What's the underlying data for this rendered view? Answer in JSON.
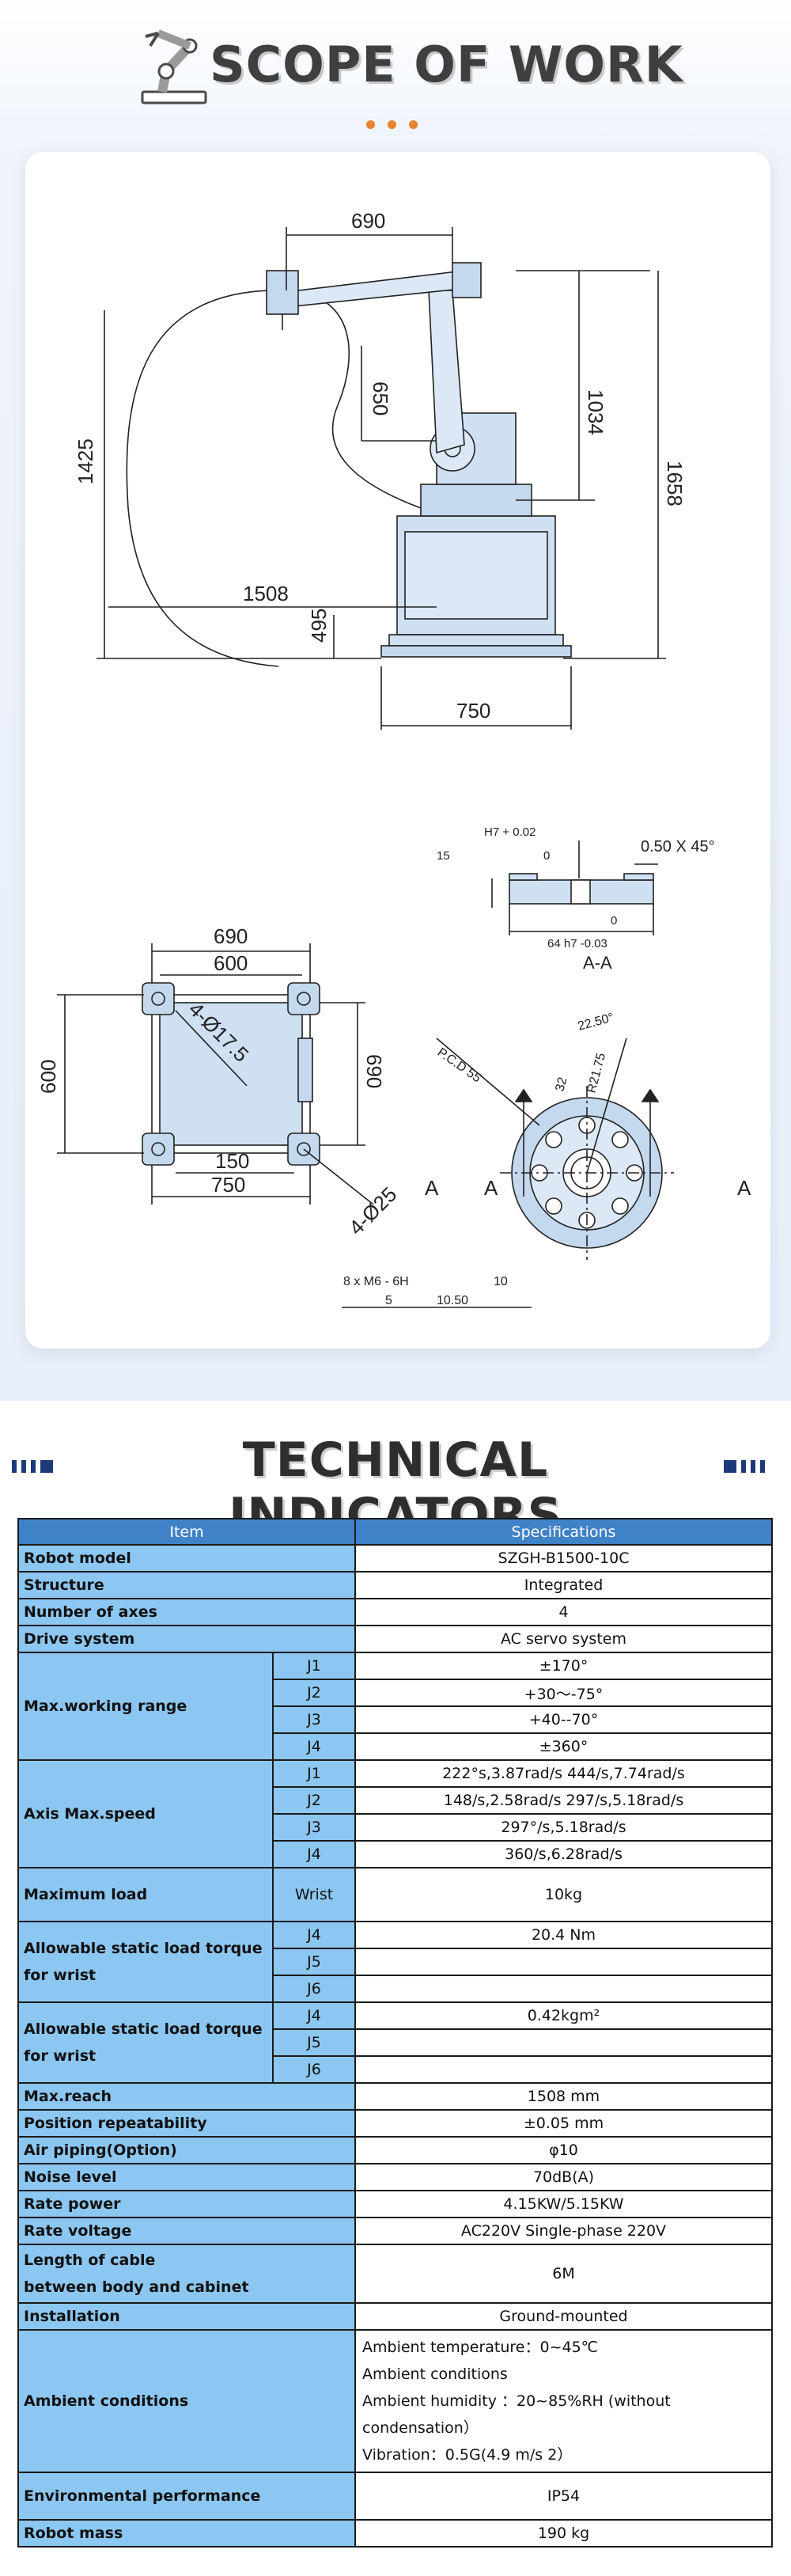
{
  "scope": {
    "title": "SCOPE OF WORK",
    "drawing": {
      "side": {
        "d690": "690",
        "d650": "650",
        "d1034": "1034",
        "d1658": "1658",
        "d1425": "1425",
        "d1508": "1508",
        "d495": "495",
        "d750": "750"
      },
      "section": {
        "tol_top": "H7   + 0.02",
        "d15": "15",
        "zero_a": "0",
        "zero_b": "0",
        "chamfer": "0.50  X 45°",
        "d64": "64  h7  -0.03",
        "aa": "A-A"
      },
      "base": {
        "d690t": "690",
        "d600t": "600",
        "d600l": "600",
        "d690r": "690",
        "d150": "150",
        "d750b": "750",
        "holes_a": "4-Ø17.5",
        "holes_b": "4-Ø25",
        "a_mark": "A"
      },
      "flange": {
        "angle": "22.50°",
        "pcd": "P.C.D  55",
        "d32": "32",
        "r": "R21.75",
        "a_left": "A",
        "a_right": "A",
        "thread": "8 x  M6 - 6H",
        "depth_a": "10",
        "pin": "5",
        "depth_b": "10.50"
      }
    }
  },
  "tech": {
    "title": "TECHNICAL INDICATORS",
    "header": {
      "item": "Item",
      "spec": "Specifications"
    },
    "robot_model": {
      "label": "Robot model",
      "value": "SZGH-B1500-10C"
    },
    "structure": {
      "label": "Structure",
      "value": "Integrated"
    },
    "axes": {
      "label": "Number of axes",
      "value": "4"
    },
    "drive": {
      "label": "Drive system",
      "value": "AC servo system"
    },
    "range": {
      "label": "Max.working range",
      "rows": [
        {
          "j": "J1",
          "v": "±170°"
        },
        {
          "j": "J2",
          "v": "+30～-75°"
        },
        {
          "j": "J3",
          "v": "+40--70°"
        },
        {
          "j": "J4",
          "v": "±360°"
        }
      ]
    },
    "speed": {
      "label": "Axis Max.speed",
      "rows": [
        {
          "j": "J1",
          "v": "222°s,3.87rad/s 444/s,7.74rad/s"
        },
        {
          "j": "J2",
          "v": "148/s,2.58rad/s 297/s,5.18rad/s"
        },
        {
          "j": "J3",
          "v": "297°/s,5.18rad/s"
        },
        {
          "j": "J4",
          "v": "360/s,6.28rad/s"
        }
      ]
    },
    "load": {
      "label": "Maximum load",
      "sub": "Wrist",
      "value": "10kg"
    },
    "torque": {
      "label_a": "Allowable static load torque",
      "label_b": "for wrist",
      "rows": [
        {
          "j": "J4",
          "v": "20.4 Nm"
        },
        {
          "j": "J5",
          "v": ""
        },
        {
          "j": "J6",
          "v": ""
        }
      ]
    },
    "inertia": {
      "label_a": "Allowable static load torque",
      "label_b": "for wrist",
      "rows": [
        {
          "j": "J4",
          "v": "0.42kgm²"
        },
        {
          "j": "J5",
          "v": ""
        },
        {
          "j": "J6",
          "v": ""
        }
      ]
    },
    "reach": {
      "label": "Max.reach",
      "value": "1508 mm"
    },
    "repeat": {
      "label": "Position repeatability",
      "value": "±0.05 mm"
    },
    "air": {
      "label": "Air piping(Option)",
      "value": "φ10"
    },
    "noise": {
      "label": "Noise level",
      "value": "70dB(A)"
    },
    "power": {
      "label": "Rate power",
      "value": "4.15KW/5.15KW"
    },
    "voltage": {
      "label": "Rate voltage",
      "value": "AC220V Single-phase 220V"
    },
    "cable": {
      "label_a": "Length of cable",
      "label_b": "between body and cabinet",
      "value": "6M"
    },
    "install": {
      "label": "Installation",
      "value": "Ground-mounted"
    },
    "ambient": {
      "label": "Ambient conditions",
      "lines": [
        "Ambient temperature：0~45℃",
        "Ambient conditions",
        "Ambient humidity ：20~85%RH (without",
        "condensation）",
        "Vibration：0.5G(4.9 m/s 2）"
      ]
    },
    "env": {
      "label": "Environmental performance",
      "value": "IP54"
    },
    "mass": {
      "label": "Robot mass",
      "value": "190 kg"
    }
  }
}
